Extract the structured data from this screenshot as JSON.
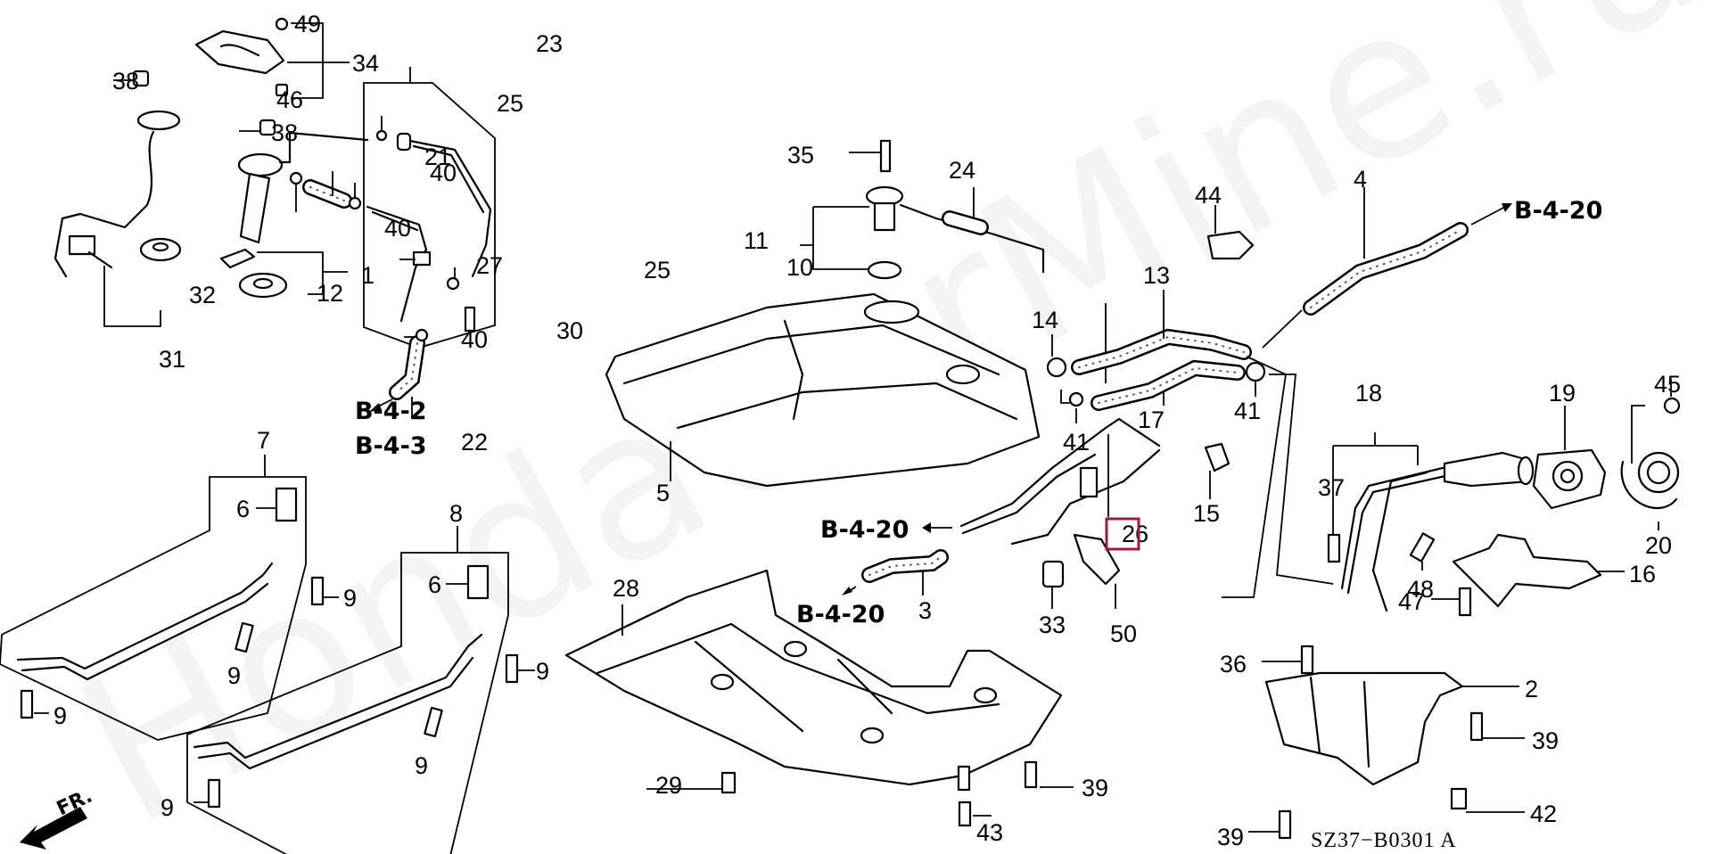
{
  "diagram": {
    "title": "Fuel tank assembly exploded view",
    "watermark": "HondaCarMine.ru",
    "drawing_code": "SZ37−B0301 A",
    "front_indicator": "FR.",
    "highlight_color": "#9b1b3a",
    "highlighted_part": "26",
    "references": [
      {
        "id": "ref-b-4-2",
        "label": "B-4-2"
      },
      {
        "id": "ref-b-4-3",
        "label": "B-4-3"
      },
      {
        "id": "ref-b-4-20-top",
        "label": "B-4-20"
      },
      {
        "id": "ref-b-4-20-mid",
        "label": "B-4-20"
      },
      {
        "id": "ref-b-4-20-low",
        "label": "B-4-20"
      }
    ],
    "callouts": [
      {
        "n": "49"
      },
      {
        "n": "34"
      },
      {
        "n": "46"
      },
      {
        "n": "38"
      },
      {
        "n": "38"
      },
      {
        "n": "23"
      },
      {
        "n": "25"
      },
      {
        "n": "25"
      },
      {
        "n": "21"
      },
      {
        "n": "40"
      },
      {
        "n": "40"
      },
      {
        "n": "40"
      },
      {
        "n": "1"
      },
      {
        "n": "12"
      },
      {
        "n": "27"
      },
      {
        "n": "30"
      },
      {
        "n": "22"
      },
      {
        "n": "31"
      },
      {
        "n": "32"
      },
      {
        "n": "35"
      },
      {
        "n": "11"
      },
      {
        "n": "10"
      },
      {
        "n": "24"
      },
      {
        "n": "44"
      },
      {
        "n": "13"
      },
      {
        "n": "14"
      },
      {
        "n": "41"
      },
      {
        "n": "41"
      },
      {
        "n": "17"
      },
      {
        "n": "4"
      },
      {
        "n": "5"
      },
      {
        "n": "15"
      },
      {
        "n": "26"
      },
      {
        "n": "33"
      },
      {
        "n": "50"
      },
      {
        "n": "3"
      },
      {
        "n": "28"
      },
      {
        "n": "29"
      },
      {
        "n": "39"
      },
      {
        "n": "43"
      },
      {
        "n": "18"
      },
      {
        "n": "19"
      },
      {
        "n": "45"
      },
      {
        "n": "37"
      },
      {
        "n": "48"
      },
      {
        "n": "47"
      },
      {
        "n": "16"
      },
      {
        "n": "20"
      },
      {
        "n": "36"
      },
      {
        "n": "2"
      },
      {
        "n": "39"
      },
      {
        "n": "39"
      },
      {
        "n": "42"
      },
      {
        "n": "7"
      },
      {
        "n": "6"
      },
      {
        "n": "9"
      },
      {
        "n": "9"
      },
      {
        "n": "9"
      },
      {
        "n": "8"
      },
      {
        "n": "6"
      },
      {
        "n": "9"
      },
      {
        "n": "9"
      },
      {
        "n": "9"
      }
    ]
  }
}
